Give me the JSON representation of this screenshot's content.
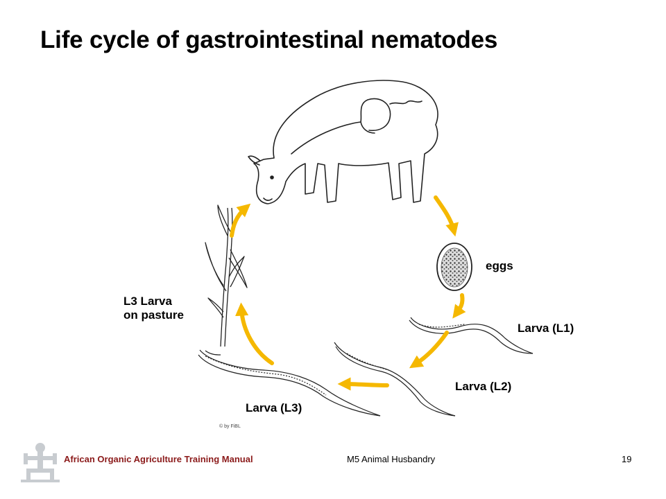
{
  "slide": {
    "title": "Life cycle of gastrointestinal nematodes",
    "labels": {
      "eggs": "eggs",
      "larva_l1": "Larva (L1)",
      "larva_l2": "Larva (L2)",
      "larva_l3": "Larva (L3)",
      "l3_pasture": "L3 Larva\non pasture"
    },
    "credit": "© by FiBL",
    "colors": {
      "arrow": "#f5b800",
      "footer_title": "#8b1a1a",
      "logo": "#c8ccd0"
    }
  },
  "footer": {
    "manual": "African Organic Agriculture Training Manual",
    "module": "M5 Animal Husbandry",
    "page": "19"
  }
}
